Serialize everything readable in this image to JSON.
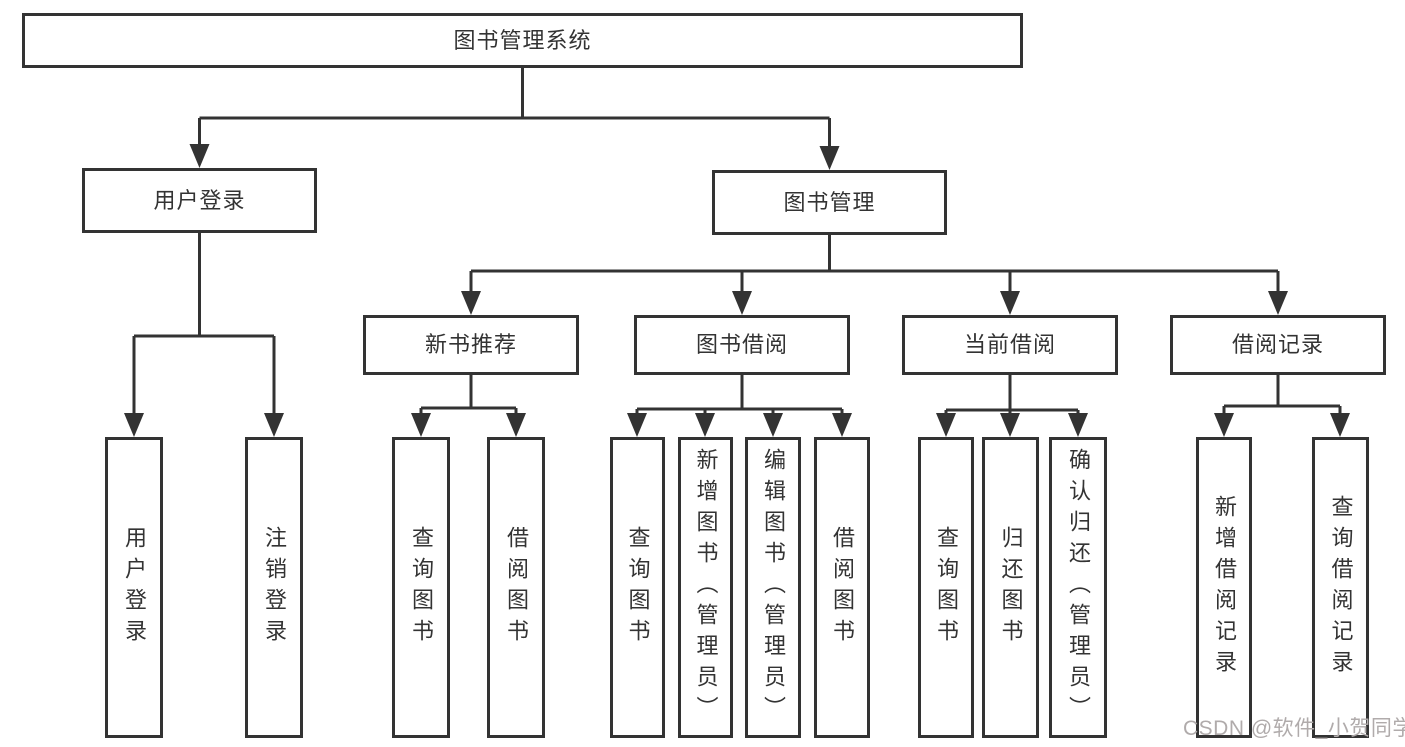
{
  "colors": {
    "line": "#333333",
    "text": "#333333",
    "watermark": "#b0abab",
    "background": "#ffffff"
  },
  "watermark": {
    "text": "CSDN @软件_小贺同学"
  },
  "diagram": {
    "type": "hierarchy-tree",
    "root": {
      "label": "图书管理系统"
    },
    "branches": [
      {
        "label": "用户登录",
        "children": [
          {
            "label": "用户登录"
          },
          {
            "label": "注销登录"
          }
        ]
      },
      {
        "label": "图书管理",
        "children": [
          {
            "label": "新书推荐",
            "children": [
              {
                "label": "查询图书"
              },
              {
                "label": "借阅图书"
              }
            ]
          },
          {
            "label": "图书借阅",
            "children": [
              {
                "label": "查询图书"
              },
              {
                "label": "新增图书（管理员）"
              },
              {
                "label": "编辑图书（管理员）"
              },
              {
                "label": "借阅图书"
              }
            ]
          },
          {
            "label": "当前借阅",
            "children": [
              {
                "label": "查询图书"
              },
              {
                "label": "归还图书"
              },
              {
                "label": "确认归还（管理员）"
              }
            ]
          },
          {
            "label": "借阅记录",
            "children": [
              {
                "label": "新增借阅记录"
              },
              {
                "label": "查询借阅记录"
              }
            ]
          }
        ]
      }
    ]
  }
}
